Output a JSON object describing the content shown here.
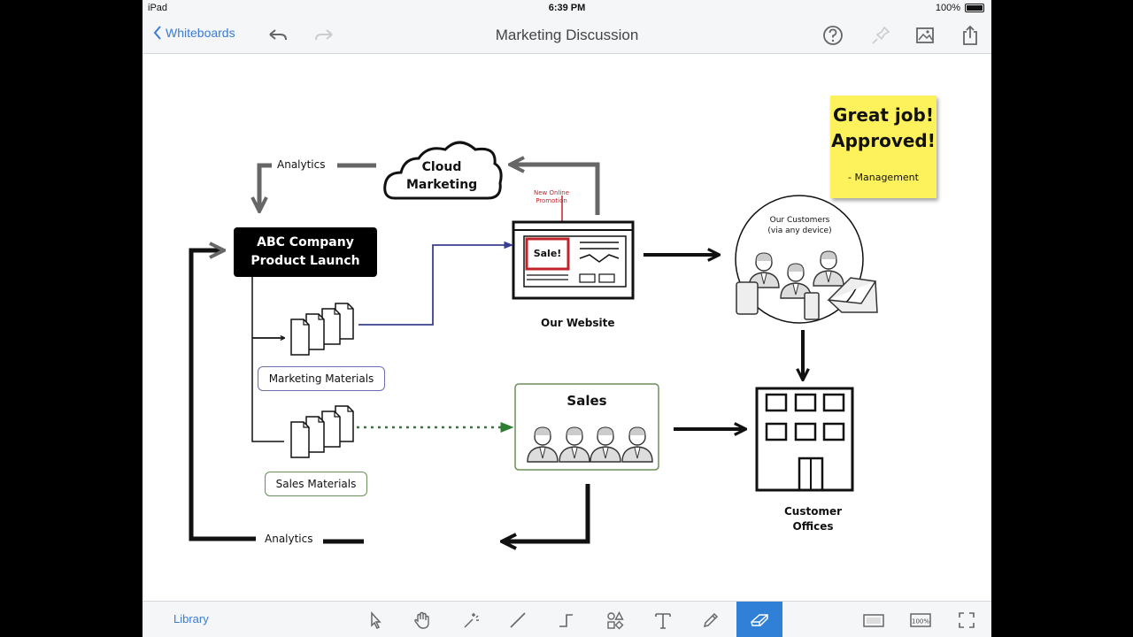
{
  "status_bar": {
    "device": "iPad",
    "time": "6:39 PM",
    "battery": "100%"
  },
  "nav": {
    "back_label": "Whiteboards",
    "title": "Marketing Discussion"
  },
  "diagram": {
    "cloud_line1": "Cloud",
    "cloud_line2": "Marketing",
    "analytics_top": "Analytics",
    "analytics_bottom": "Analytics",
    "promo_line1": "New Online",
    "promo_line2": "Promotion",
    "sale_label": "Sale!",
    "website_label": "Our Website",
    "product_line1": "ABC Company",
    "product_line2": "Product Launch",
    "marketing_materials": "Marketing Materials",
    "sales_materials": "Sales Materials",
    "sales_title": "Sales",
    "customers_line1": "Our Customers",
    "customers_line2": "(via any device)",
    "offices_line1": "Customer",
    "offices_line2": "Offices"
  },
  "sticky_note": {
    "line1": "Great job!",
    "line2": "Approved!",
    "signature": "- Management",
    "color": "#fdf15c"
  },
  "toolbar": {
    "library_label": "Library",
    "tools": [
      "select-tool",
      "hand-tool",
      "magic-wand-tool",
      "line-tool",
      "connector-tool",
      "shapes-tool",
      "text-tool",
      "pen-tool",
      "eraser-tool",
      "frame-view",
      "zoom-100",
      "fullscreen"
    ],
    "active_tool": "eraser-tool",
    "zoom_label": "100%"
  },
  "colors": {
    "accent": "#3a7bd5",
    "active_tool_bg": "#2f80d6",
    "promo_red": "#c0242b",
    "marketing_line": "#3a3f8f",
    "sales_line": "#2e7d32"
  }
}
